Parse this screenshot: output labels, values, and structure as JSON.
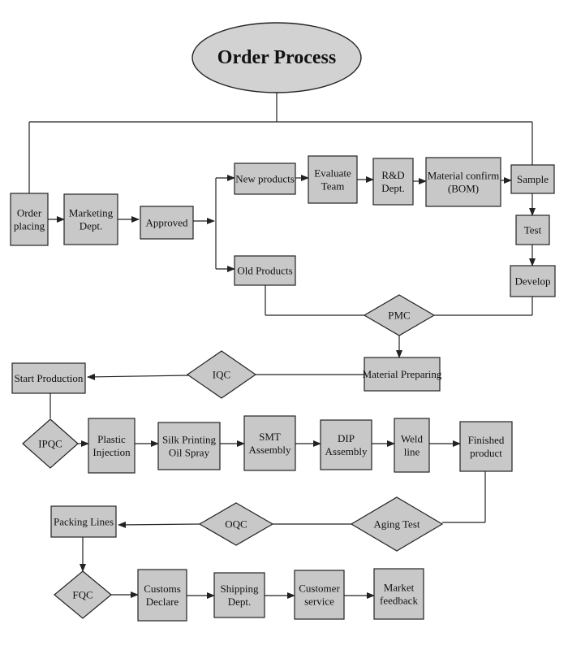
{
  "title": "Order Process",
  "colors": {
    "node_fill": "#c8c8c8",
    "stroke": "#222222",
    "title_fill": "#d2d2d2",
    "background": "#ffffff"
  },
  "nodes": {
    "order_placing": [
      "Order",
      "placing"
    ],
    "marketing_dept": [
      "Marketing",
      "Dept."
    ],
    "approved": [
      "Approved"
    ],
    "new_products": [
      "New products"
    ],
    "old_products": [
      "Old Products"
    ],
    "evaluate_team": [
      "Evaluate",
      "Team"
    ],
    "rd_dept": [
      "R&D",
      "Dept."
    ],
    "material_confirm": [
      "Material confirm",
      "(BOM)"
    ],
    "sample": [
      "Sample"
    ],
    "test": [
      "Test"
    ],
    "develop": [
      "Develop"
    ],
    "pmc": [
      "PMC"
    ],
    "material_preparing": [
      "Material Preparing"
    ],
    "iqc": [
      "IQC"
    ],
    "start_production": [
      "Start Production"
    ],
    "ipqc": [
      "IPQC"
    ],
    "plastic_injection": [
      "Plastic",
      "Injection"
    ],
    "silk_printing": [
      "Silk Printing",
      "Oil Spray"
    ],
    "smt_assembly": [
      "SMT",
      "Assembly"
    ],
    "dip_assembly": [
      "DIP",
      "Assembly"
    ],
    "weld_line": [
      "Weld",
      "line"
    ],
    "finished_product": [
      "Finished",
      "product"
    ],
    "aging_test": [
      "Aging Test"
    ],
    "oqc": [
      "OQC"
    ],
    "packing_lines": [
      "Packing Lines"
    ],
    "fqc": [
      "FQC"
    ],
    "customs_declare": [
      "Customs",
      "Declare"
    ],
    "shipping_dept": [
      "Shipping",
      "Dept."
    ],
    "customer_service": [
      "Customer",
      "service"
    ],
    "market_feedback": [
      "Market",
      "feedback"
    ]
  }
}
